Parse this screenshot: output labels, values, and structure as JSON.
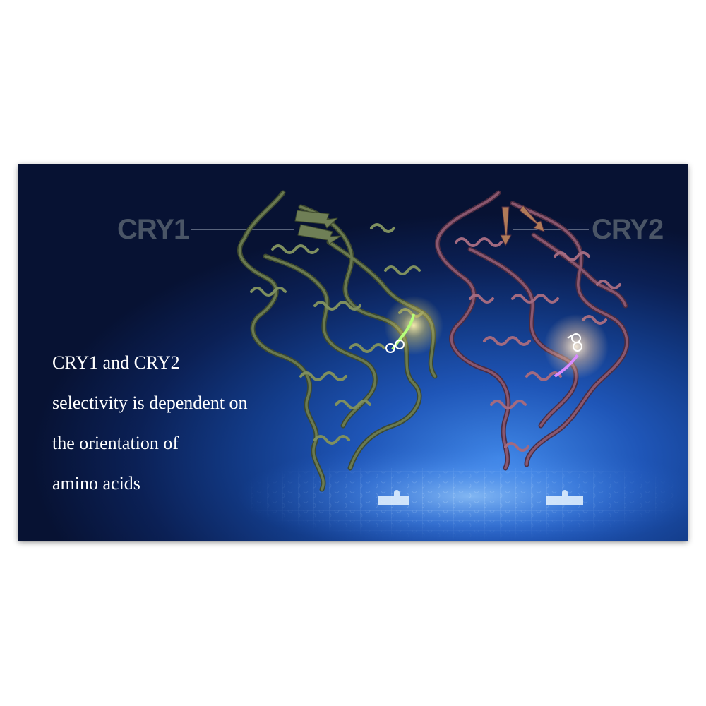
{
  "slide": {
    "label_left": "CRY1",
    "label_right": "CRY2",
    "caption_lines": [
      "CRY1 and CRY2",
      "selectivity is dependent on",
      "the orientation of",
      "amino acids"
    ]
  },
  "colors": {
    "background_deep": "#071233",
    "background_glow": "#3f86e6",
    "protein_left": "#5c6b45",
    "protein_right": "#7a4a62",
    "highlight_left": "#9dff6a",
    "highlight_right": "#d98bff",
    "label": "#4a5566",
    "caption": "#ffffff"
  }
}
